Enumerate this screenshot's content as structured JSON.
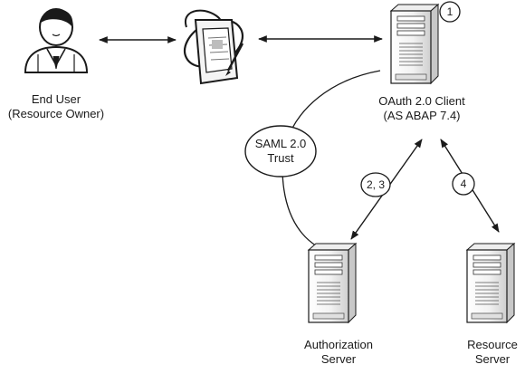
{
  "nodes": {
    "end_user": {
      "line1": "End User",
      "line2": "(Resource Owner)"
    },
    "client": {
      "line1": "OAuth 2.0 Client",
      "line2": "(AS ABAP 7.4)",
      "badge": "1"
    },
    "authorization_server": {
      "line1": "Authorization",
      "line2": "Server"
    },
    "resource_server": {
      "line1": "Resource",
      "line2": "Server"
    }
  },
  "trust": {
    "line1": "SAML 2.0",
    "line2": "Trust"
  },
  "flows": {
    "auth_flow": "2, 3",
    "resource_flow": "4"
  },
  "icons": [
    "user-icon",
    "browser-tablet-icon",
    "server-icon"
  ],
  "colors": {
    "stroke": "#1a1a1a",
    "server_light": "#f4f4f4",
    "server_shade": "#d6d6d6"
  }
}
